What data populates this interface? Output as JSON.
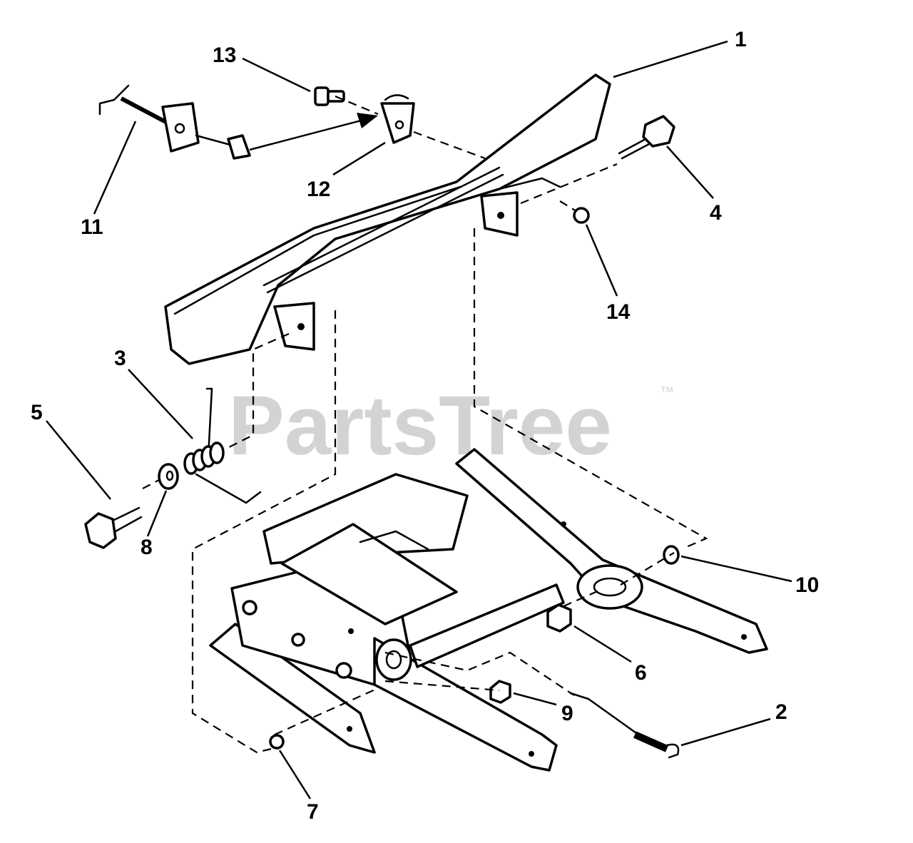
{
  "watermark": {
    "text": "PartsTree",
    "trademark": "™"
  },
  "callouts": [
    "1",
    "2",
    "3",
    "4",
    "5",
    "6",
    "7",
    "8",
    "9",
    "10",
    "11",
    "12",
    "13",
    "14"
  ],
  "colors": {
    "line": "#000000",
    "background": "#ffffff",
    "watermark": "#d3d3d3"
  }
}
